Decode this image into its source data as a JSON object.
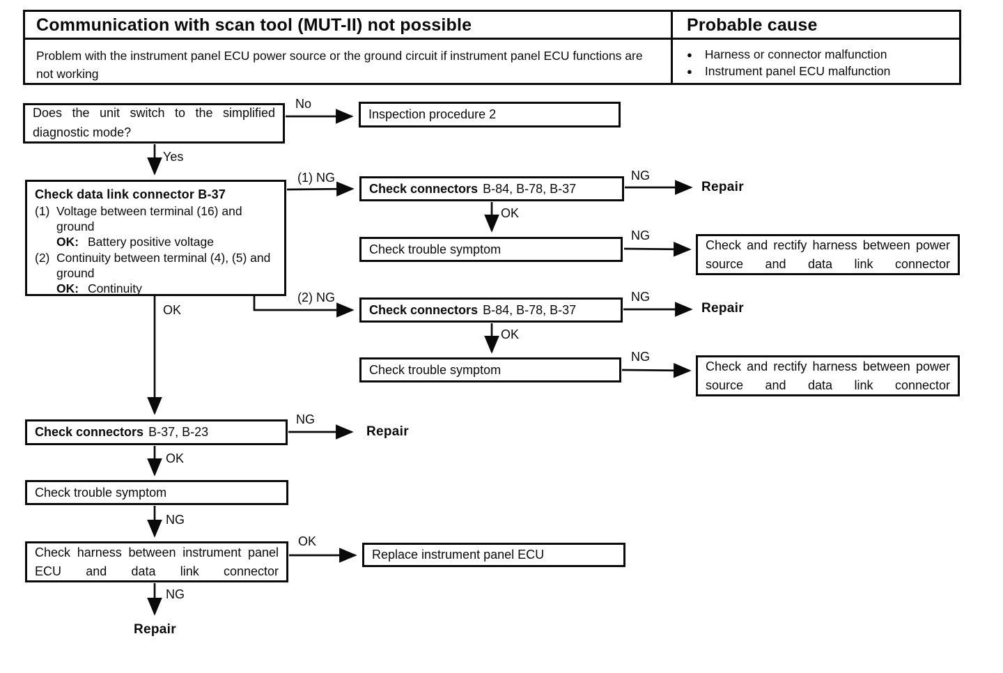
{
  "header": {
    "title": "Communication with scan tool (MUT-II) not possible",
    "probable_cause_title": "Probable cause",
    "description": "Problem with the instrument panel ECU power source or the ground circuit if instrument panel ECU functions are not working",
    "bullet": "●",
    "causes": [
      "Harness or connector malfunction",
      "Instrument  panel ECU malfunction"
    ]
  },
  "nodes": {
    "question": "Does the unit switch to the simplified diagnostic mode?",
    "inspection_procedure": "Inspection procedure 2",
    "check_dlc": {
      "title": "Check data link connector B-37",
      "steps": [
        {
          "num": "(1)",
          "text": "Voltage between terminal (16) and ground",
          "ok_label": "OK:",
          "ok_value": "Battery positive voltage"
        },
        {
          "num": "(2)",
          "text": "Continuity between terminal (4), (5) and ground",
          "ok_label": "OK:",
          "ok_value": "Continuity"
        }
      ]
    },
    "check_connectors_1": {
      "bold": "Check connectors",
      "rest": "B-84, B-78, B-37"
    },
    "check_trouble_1": "Check trouble symptom",
    "rectify_harness_1": "Check and rectify harness between power source and data link connector",
    "check_connectors_2": {
      "bold": "Check connectors",
      "rest": "B-84, B-78, B-37"
    },
    "check_trouble_2": "Check trouble symptom",
    "rectify_harness_2": "Check and rectify harness between power source and data link connector",
    "check_connectors_3": {
      "bold": "Check connectors",
      "rest": "B-37, B-23"
    },
    "check_trouble_3": "Check trouble symptom",
    "check_harness_ecu": "Check harness between instrument panel ECU and data link connector",
    "replace_ecu": "Replace instrument panel ECU"
  },
  "labels": {
    "no": "No",
    "yes": "Yes",
    "ng1": "(1) NG",
    "ng2": "(2) NG",
    "ng": "NG",
    "ok": "OK",
    "repair": "Repair"
  }
}
